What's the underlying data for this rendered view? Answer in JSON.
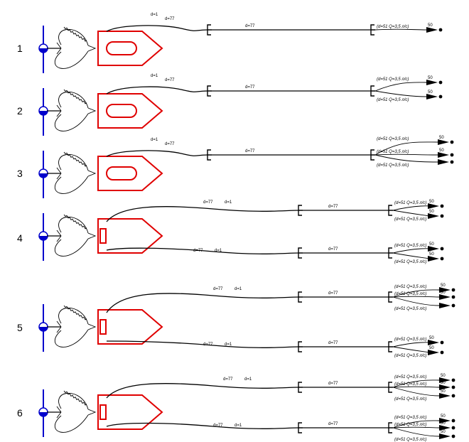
{
  "diagram": {
    "rows": [
      {
        "number": "1",
        "type": "tank",
        "lines": [
          {
            "d1": "d=1",
            "d2": "d=77",
            "mid": "d=77",
            "branches": [
              {
                "label": "(d=51 Q=3,5 л/с)",
                "nozzle": "50"
              }
            ]
          }
        ]
      },
      {
        "number": "2",
        "type": "tank",
        "lines": [
          {
            "d1": "d=1",
            "d2": "d=77",
            "mid": "d=77",
            "branches": [
              {
                "label": "(d=51 Q=3,5 л/с)",
                "nozzle": "50"
              },
              {
                "label": "(d=51 Q=3,5 л/с)",
                "nozzle": "50"
              }
            ]
          }
        ]
      },
      {
        "number": "3",
        "type": "tank",
        "lines": [
          {
            "d1": "d=1",
            "d2": "d=77",
            "mid": "d=77",
            "branches": [
              {
                "label": "(d=51 Q=3,5 л/с)",
                "nozzle": "50"
              },
              {
                "label": "(d=51 Q=3,5 л/с)",
                "nozzle": "50"
              },
              {
                "label": "(d=51 Q=3,5 л/с)",
                "nozzle": ""
              }
            ]
          }
        ]
      },
      {
        "number": "4",
        "type": "pump",
        "lines": [
          {
            "d1": "d=77",
            "d2": "d=1",
            "mid": "d=77",
            "branches": [
              {
                "label": "(d=51 Q=3,5 л/с)",
                "nozzle": "50"
              },
              {
                "label": "(d=51 Q=3,5 л/с)",
                "nozzle": "50"
              }
            ]
          },
          {
            "d1": "d=77",
            "d2": "d=1",
            "mid": "d=77",
            "branches": [
              {
                "label": "(d=51 Q=3,5 л/с)",
                "nozzle": "50"
              },
              {
                "label": "(d=51 Q=3,5 л/с)",
                "nozzle": "50"
              }
            ]
          }
        ]
      },
      {
        "number": "5",
        "type": "pump",
        "lines": [
          {
            "d1": "d=77",
            "d2": "d=1",
            "mid": "d=77",
            "branches": [
              {
                "label": "(d=51 Q=3,5 л/с)",
                "nozzle": "50"
              },
              {
                "label": "(d=51 Q=3,5 л/с)",
                "nozzle": "50"
              },
              {
                "label": "(d=51 Q=3,5 л/с)",
                "nozzle": ""
              }
            ]
          },
          {
            "d1": "d=77",
            "d2": "d=1",
            "mid": "d=77",
            "branches": [
              {
                "label": "(d=51 Q=3,5 л/с)",
                "nozzle": "50"
              },
              {
                "label": "(d=51 Q=3,5 л/с)",
                "nozzle": "50"
              }
            ]
          }
        ]
      },
      {
        "number": "6",
        "type": "pump",
        "lines": [
          {
            "d1": "d=77",
            "d2": "d=1",
            "mid": "d=77",
            "branches": [
              {
                "label": "(d=51 Q=3,5 л/с)",
                "nozzle": "50"
              },
              {
                "label": "(d=51 Q=3,5 л/с)",
                "nozzle": "50"
              },
              {
                "label": "(d=51 Q=3,5 л/с)",
                "nozzle": "50"
              }
            ]
          },
          {
            "d1": "d=77",
            "d2": "d=1",
            "mid": "d=77",
            "branches": [
              {
                "label": "(d=51 Q=3,5 л/с)",
                "nozzle": "50"
              },
              {
                "label": "(d=51 Q=3,5 л/с)",
                "nozzle": "50"
              },
              {
                "label": "(d=51 Q=3,5 л/с)",
                "nozzle": "50"
              }
            ]
          }
        ]
      }
    ]
  },
  "colors": {
    "hydrant": "#0000cc",
    "truck": "#e00000",
    "line": "#000000"
  },
  "icons": [
    "hydrant-icon",
    "fire-truck-icon",
    "branch-splitter-icon",
    "nozzle-arrow-icon"
  ]
}
